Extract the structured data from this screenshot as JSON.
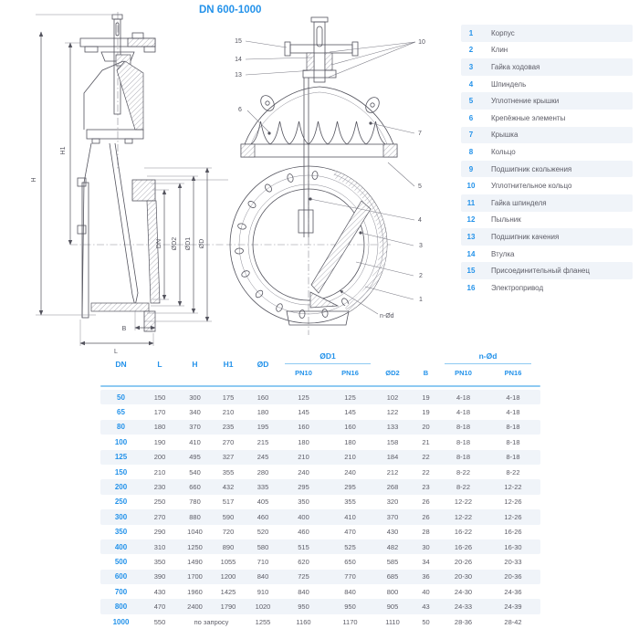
{
  "title": "DN 600-1000",
  "colors": {
    "accent": "#2392ea",
    "row_alt": "#f0f4f9",
    "divider": "#8ecaf2",
    "drawing_line": "#54545e"
  },
  "drawing": {
    "dim_labels": {
      "h": "H",
      "h1": "H1",
      "dn": "DN",
      "od2": "ØD2",
      "od1": "ØD1",
      "od": "ØD",
      "b": "B",
      "l": "L"
    },
    "callouts": {
      "c1": "1",
      "c2": "2",
      "c3": "3",
      "c4": "4",
      "c5": "5",
      "c6": "6",
      "c7": "7",
      "c10": "10",
      "c13": "13",
      "c14": "14",
      "c15": "15",
      "n_od": "n-Ød"
    }
  },
  "legend": {
    "items": [
      {
        "num": "1",
        "label": "Корпус"
      },
      {
        "num": "2",
        "label": "Клин"
      },
      {
        "num": "3",
        "label": "Гайка ходовая"
      },
      {
        "num": "4",
        "label": "Шпиндель"
      },
      {
        "num": "5",
        "label": "Уплотнение крышки"
      },
      {
        "num": "6",
        "label": "Крепёжные элементы"
      },
      {
        "num": "7",
        "label": "Крышка"
      },
      {
        "num": "8",
        "label": "Кольцо"
      },
      {
        "num": "9",
        "label": "Подшипник скольжения"
      },
      {
        "num": "10",
        "label": "Уплотнительное кольцо"
      },
      {
        "num": "11",
        "label": "Гайка шпинделя"
      },
      {
        "num": "12",
        "label": "Пыльник"
      },
      {
        "num": "13",
        "label": "Подшипник качения"
      },
      {
        "num": "14",
        "label": "Втулка"
      },
      {
        "num": "15",
        "label": "Присоединительный фланец"
      },
      {
        "num": "16",
        "label": "Электропривод"
      }
    ]
  },
  "table": {
    "headers": {
      "dn": "DN",
      "l": "L",
      "h": "H",
      "h1": "H1",
      "od": "ØD",
      "od1_group": "ØD1",
      "nod_group": "n-Ød",
      "pn10": "PN10",
      "pn16": "PN16",
      "od2": "ØD2",
      "b": "B"
    },
    "rows": [
      [
        "50",
        "150",
        "300",
        "175",
        "160",
        "125",
        "125",
        "102",
        "19",
        "4-18",
        "4-18"
      ],
      [
        "65",
        "170",
        "340",
        "210",
        "180",
        "145",
        "145",
        "122",
        "19",
        "4-18",
        "4-18"
      ],
      [
        "80",
        "180",
        "370",
        "235",
        "195",
        "160",
        "160",
        "133",
        "20",
        "8-18",
        "8-18"
      ],
      [
        "100",
        "190",
        "410",
        "270",
        "215",
        "180",
        "180",
        "158",
        "21",
        "8-18",
        "8-18"
      ],
      [
        "125",
        "200",
        "495",
        "327",
        "245",
        "210",
        "210",
        "184",
        "22",
        "8-18",
        "8-18"
      ],
      [
        "150",
        "210",
        "540",
        "355",
        "280",
        "240",
        "240",
        "212",
        "22",
        "8-22",
        "8-22"
      ],
      [
        "200",
        "230",
        "660",
        "432",
        "335",
        "295",
        "295",
        "268",
        "23",
        "8-22",
        "12-22"
      ],
      [
        "250",
        "250",
        "780",
        "517",
        "405",
        "350",
        "355",
        "320",
        "26",
        "12-22",
        "12-26"
      ],
      [
        "300",
        "270",
        "880",
        "590",
        "460",
        "400",
        "410",
        "370",
        "26",
        "12-22",
        "12-26"
      ],
      [
        "350",
        "290",
        "1040",
        "720",
        "520",
        "460",
        "470",
        "430",
        "28",
        "16-22",
        "16-26"
      ],
      [
        "400",
        "310",
        "1250",
        "890",
        "580",
        "515",
        "525",
        "482",
        "30",
        "16-26",
        "16-30"
      ],
      [
        "500",
        "350",
        "1490",
        "1055",
        "710",
        "620",
        "650",
        "585",
        "34",
        "20-26",
        "20-33"
      ],
      [
        "600",
        "390",
        "1700",
        "1200",
        "840",
        "725",
        "770",
        "685",
        "36",
        "20-30",
        "20-36"
      ],
      [
        "700",
        "430",
        "1960",
        "1425",
        "910",
        "840",
        "840",
        "800",
        "40",
        "24-30",
        "24-36"
      ],
      [
        "800",
        "470",
        "2400",
        "1790",
        "1020",
        "950",
        "950",
        "905",
        "43",
        "24-33",
        "24-39"
      ],
      [
        "1000",
        "550",
        "по запросу",
        "1255",
        "1160",
        "1170",
        "1110",
        "50",
        "28-36",
        "28-42"
      ]
    ]
  }
}
